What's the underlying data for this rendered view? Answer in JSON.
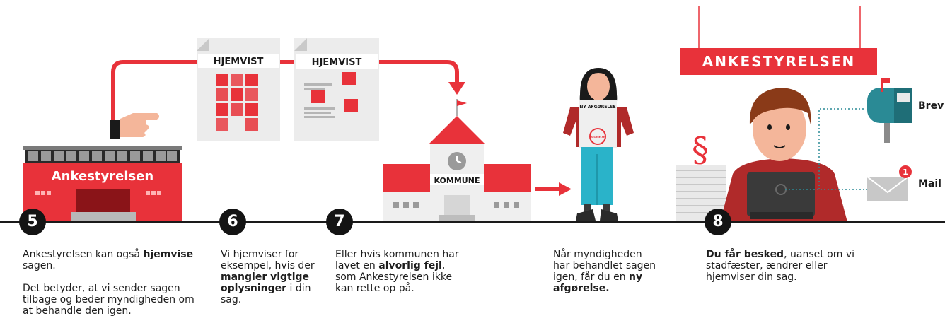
{
  "colors": {
    "red": "#e8323a",
    "dark": "#1a1a1a",
    "grey": "#e9e9e9",
    "teal": "#2a8a95"
  },
  "doc_label_1": "HJEMVIST",
  "doc_label_2": "HJEMVIST",
  "building_sign": "Ankestyrelsen",
  "kommune_label": "KOMMUNE",
  "paper_label": "NY AFGØRELSE",
  "stamp_label": "AFGØRELSE",
  "ankestyrelsen_banner": "ANKESTYRELSEN",
  "paragraph_symbol": "§",
  "brev_label": "Brev",
  "mail_label": "Mail",
  "mail_badge": "1",
  "steps": [
    {
      "number": "5",
      "p1_a": "Ankestyrelsen kan også ",
      "p1_b": "hjemvise",
      "p1_c": " sagen.",
      "p2": "Det betyder, at vi sender sagen tilbage og beder myndigheden om at behandle den igen."
    },
    {
      "number": "6",
      "a": "Vi hjemviser for eksempel, hvis der ",
      "b": "mangler vigtige oplysninger",
      "c": " i din sag."
    },
    {
      "number": "7",
      "a": "Eller hvis kommunen har lavet en ",
      "b": "alvorlig fejl",
      "c": ", som Ankestyrelsen ikke kan rette op på."
    },
    {
      "a": "Når myndigheden har behandlet sagen igen, får du en ",
      "b": "ny afgørelse."
    },
    {
      "number": "8",
      "b": "Du får besked",
      "a": ", uanset om vi stadfæster, ændrer eller hjemviser din sag."
    }
  ]
}
